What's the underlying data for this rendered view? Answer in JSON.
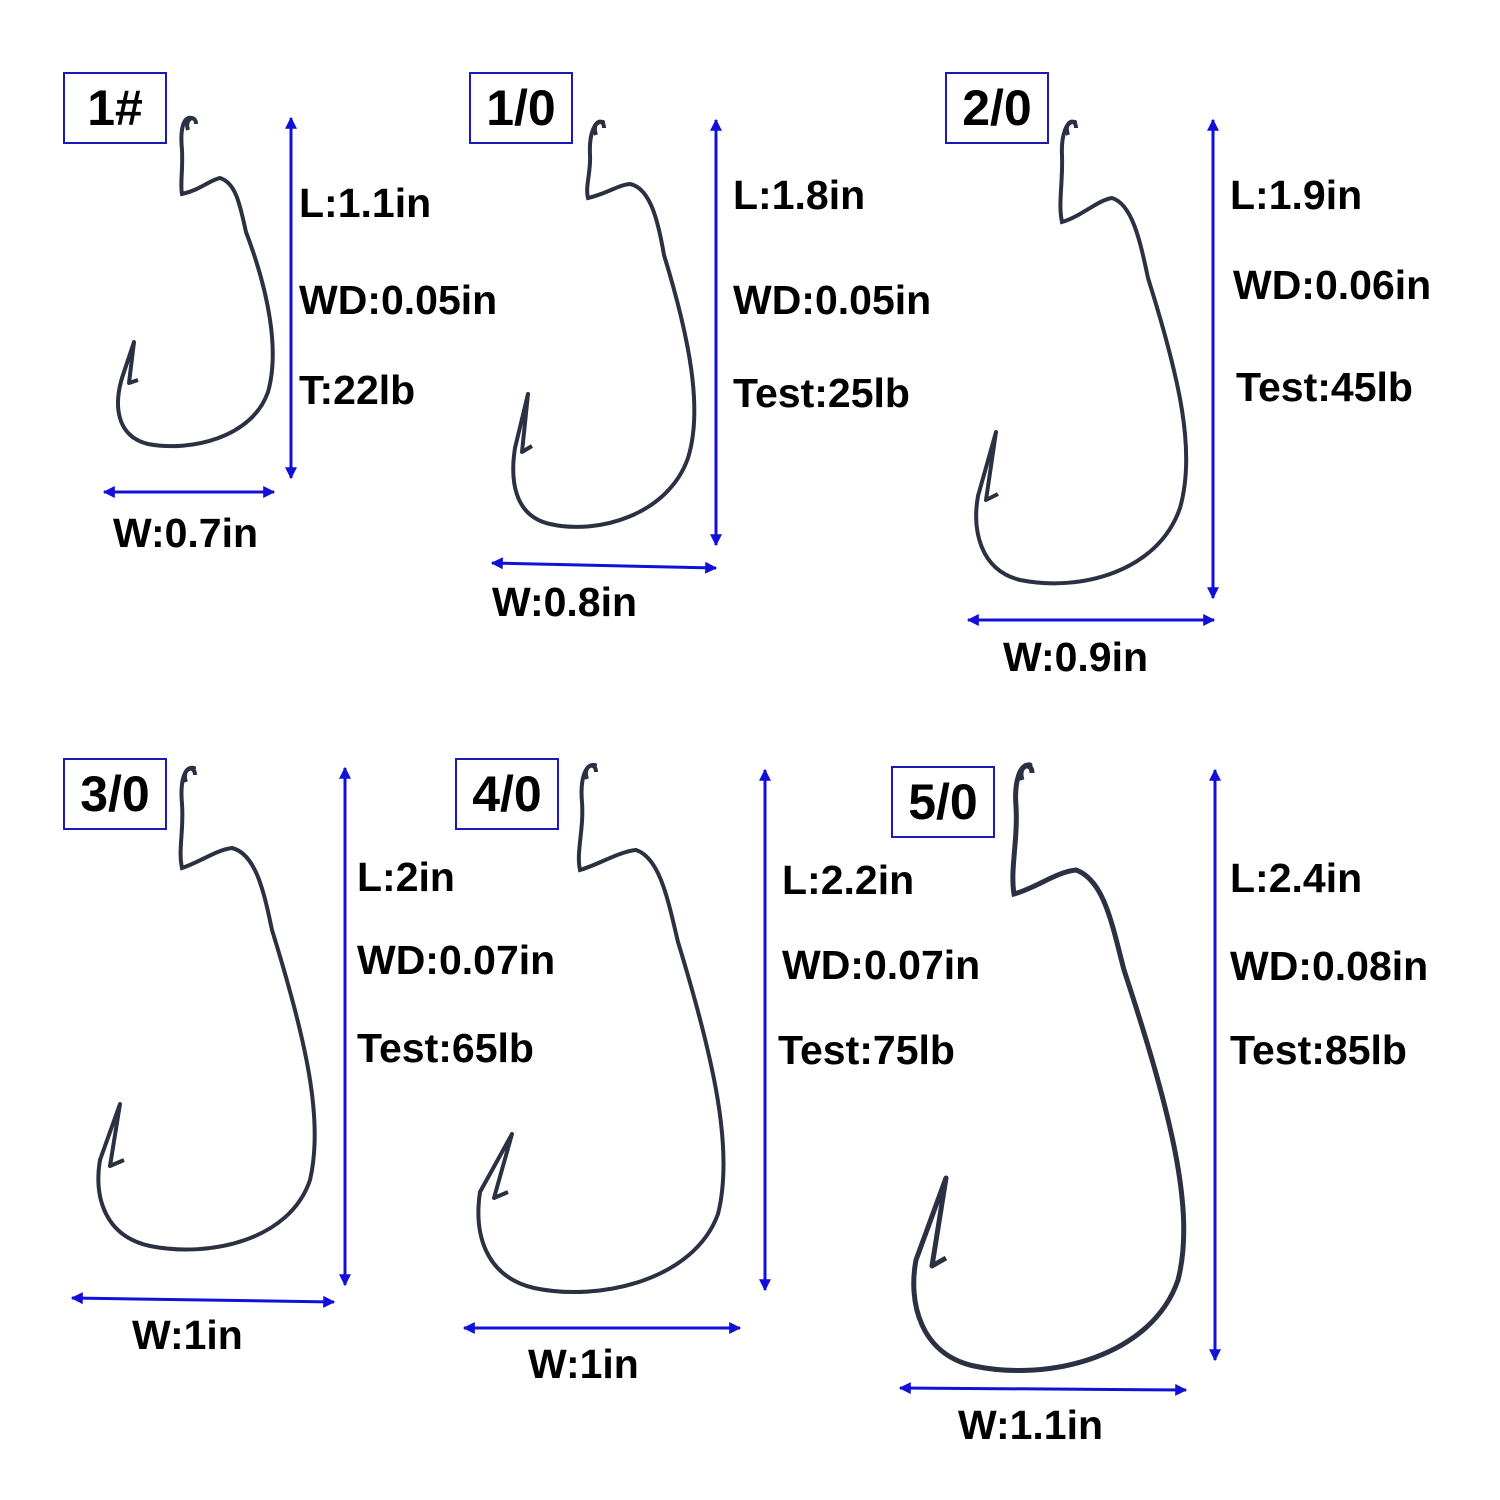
{
  "accent_color": "#1010d8",
  "hooks": [
    {
      "size": "1#",
      "length": "L:1.1in",
      "wire": "WD:0.05in",
      "test": "T:22lb",
      "width": "W:0.7in"
    },
    {
      "size": "1/0",
      "length": "L:1.8in",
      "wire": "WD:0.05in",
      "test": "Test:25lb",
      "width": "W:0.8in"
    },
    {
      "size": "2/0",
      "length": "L:1.9in",
      "wire": "WD:0.06in",
      "test": "Test:45lb",
      "width": "W:0.9in"
    },
    {
      "size": "3/0",
      "length": "L:2in",
      "wire": "WD:0.07in",
      "test": "Test:65lb",
      "width": "W:1in"
    },
    {
      "size": "4/0",
      "length": "L:2.2in",
      "wire": "WD:0.07in",
      "test": "Test:75lb",
      "width": "W:1in"
    },
    {
      "size": "5/0",
      "length": "L:2.4in",
      "wire": "WD:0.08in",
      "test": "Test:85lb",
      "width": "W:1.1in"
    }
  ]
}
